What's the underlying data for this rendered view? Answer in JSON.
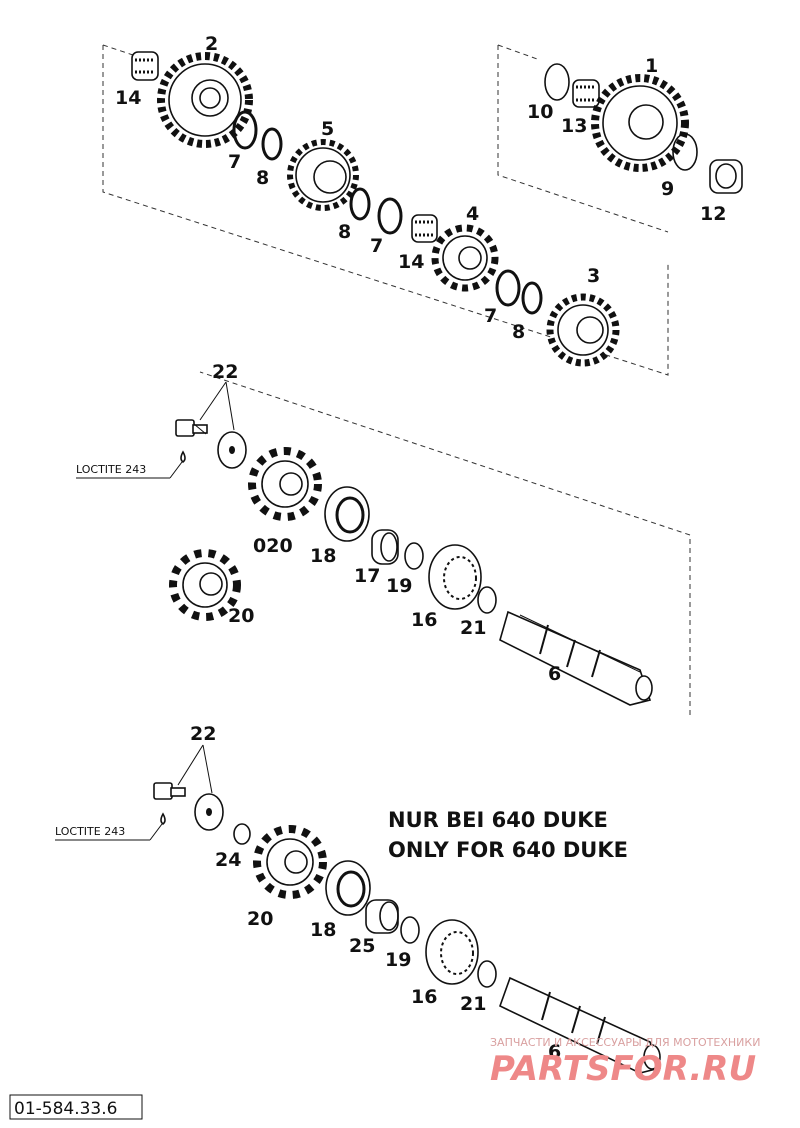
{
  "diagram": {
    "drawing_number": "01-584.33.6",
    "note_lines": [
      "NUR BEI 640 DUKE",
      "ONLY FOR 640 DUKE"
    ],
    "loctite_label": "LOCTITE 243",
    "watermark": {
      "tagline": "ЗАПЧАСТИ И АКСЕССУАРЫ ДЛЯ МОТОТЕХНИКИ",
      "brand": "PARTSFOR.RU"
    },
    "part_numbers": {
      "p1": "1",
      "p2": "2",
      "p3": "3",
      "p4": "4",
      "p5": "5",
      "p6": "6",
      "p6b": "6",
      "p7a": "7",
      "p7b": "7",
      "p7c": "7",
      "p8a": "8",
      "p8b": "8",
      "p8c": "8",
      "p9": "9",
      "p10": "10",
      "p12": "12",
      "p13": "13",
      "p14a": "14",
      "p14b": "14",
      "p16a": "16",
      "p16b": "16",
      "p17": "17",
      "p18a": "18",
      "p18b": "18",
      "p19a": "19",
      "p19b": "19",
      "p20a": "20",
      "p20b": "20",
      "p020": "020",
      "p21a": "21",
      "p21b": "21",
      "p22a": "22",
      "p22b": "22",
      "p24": "24",
      "p25": "25"
    }
  }
}
